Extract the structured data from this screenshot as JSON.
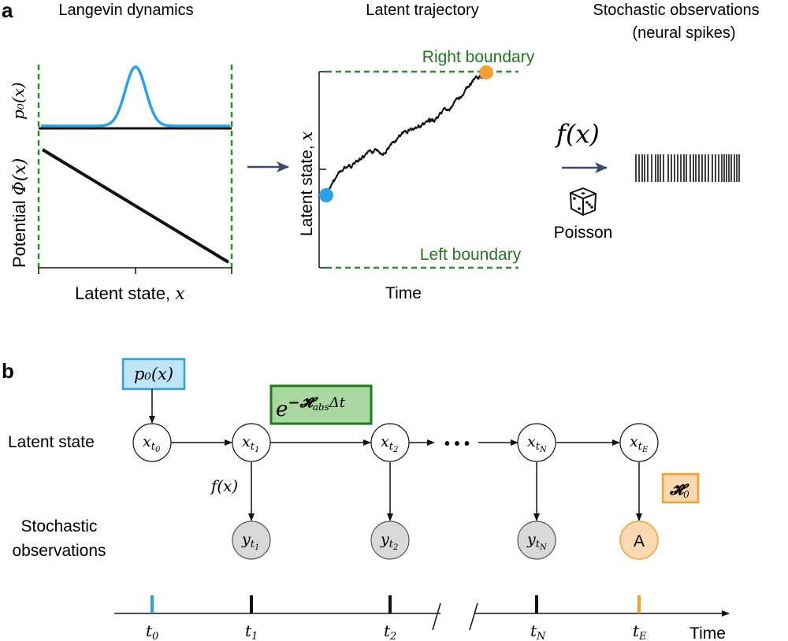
{
  "panel_a": {
    "letter": "a",
    "col1_title": "Langevin dynamics",
    "col2_title": "Latent trajectory",
    "col3_title_line1": "Stochastic observations",
    "col3_title_line2": "(neural spikes)",
    "p0_label": "p₀(x)",
    "potential_label_text": "Potential ",
    "potential_label_math": "Φ(x)",
    "xaxis_label_text": "Latent state, ",
    "xaxis_label_math": "x",
    "traj_yaxis_text": "Latent state, ",
    "traj_yaxis_math": "x",
    "traj_xaxis": "Time",
    "right_boundary": "Right boundary",
    "left_boundary": "Left boundary",
    "fx_label": "f(x)",
    "poisson_label": "Poisson",
    "colors": {
      "blue": "#29a3e6",
      "orange": "#f7a030",
      "green": "#2e8b2e",
      "arrow": "#3d4a6b"
    }
  },
  "panel_b": {
    "letter": "b",
    "p0_box": "p₀(x)",
    "operator_box_base": "e",
    "operator_box_exp": "−𝓗̂",
    "operator_box_sub": "abs",
    "operator_box_tail": "Δt",
    "h0_box_base": "𝓗̂",
    "h0_box_sub": "0",
    "latent_state_label": "Latent state",
    "obs_label_line1": "Stochastic",
    "obs_label_line2": "observations",
    "fx_edge_label": "f(x)",
    "latent_nodes": [
      {
        "base": "x",
        "sub": "t",
        "subsub": "0"
      },
      {
        "base": "x",
        "sub": "t",
        "subsub": "1"
      },
      {
        "base": "x",
        "sub": "t",
        "subsub": "2"
      },
      {
        "base": "x",
        "sub": "t",
        "subsub": "N"
      },
      {
        "base": "x",
        "sub": "t",
        "subsub": "E"
      }
    ],
    "obs_nodes": [
      {
        "base": "y",
        "sub": "t",
        "subsub": "1"
      },
      {
        "base": "y",
        "sub": "t",
        "subsub": "2"
      },
      {
        "base": "y",
        "sub": "t",
        "subsub": "N"
      }
    ],
    "absorb_node": "A",
    "ellipsis": "• • •",
    "timeline_ticks": [
      {
        "base": "t",
        "sub": "0",
        "color": "#29a3e6"
      },
      {
        "base": "t",
        "sub": "1",
        "color": "#111111"
      },
      {
        "base": "t",
        "sub": "2",
        "color": "#111111"
      },
      {
        "base": "t",
        "sub": "N",
        "color": "#111111"
      },
      {
        "base": "t",
        "sub": "E",
        "color": "#f7a030"
      }
    ],
    "time_label": "Time"
  }
}
